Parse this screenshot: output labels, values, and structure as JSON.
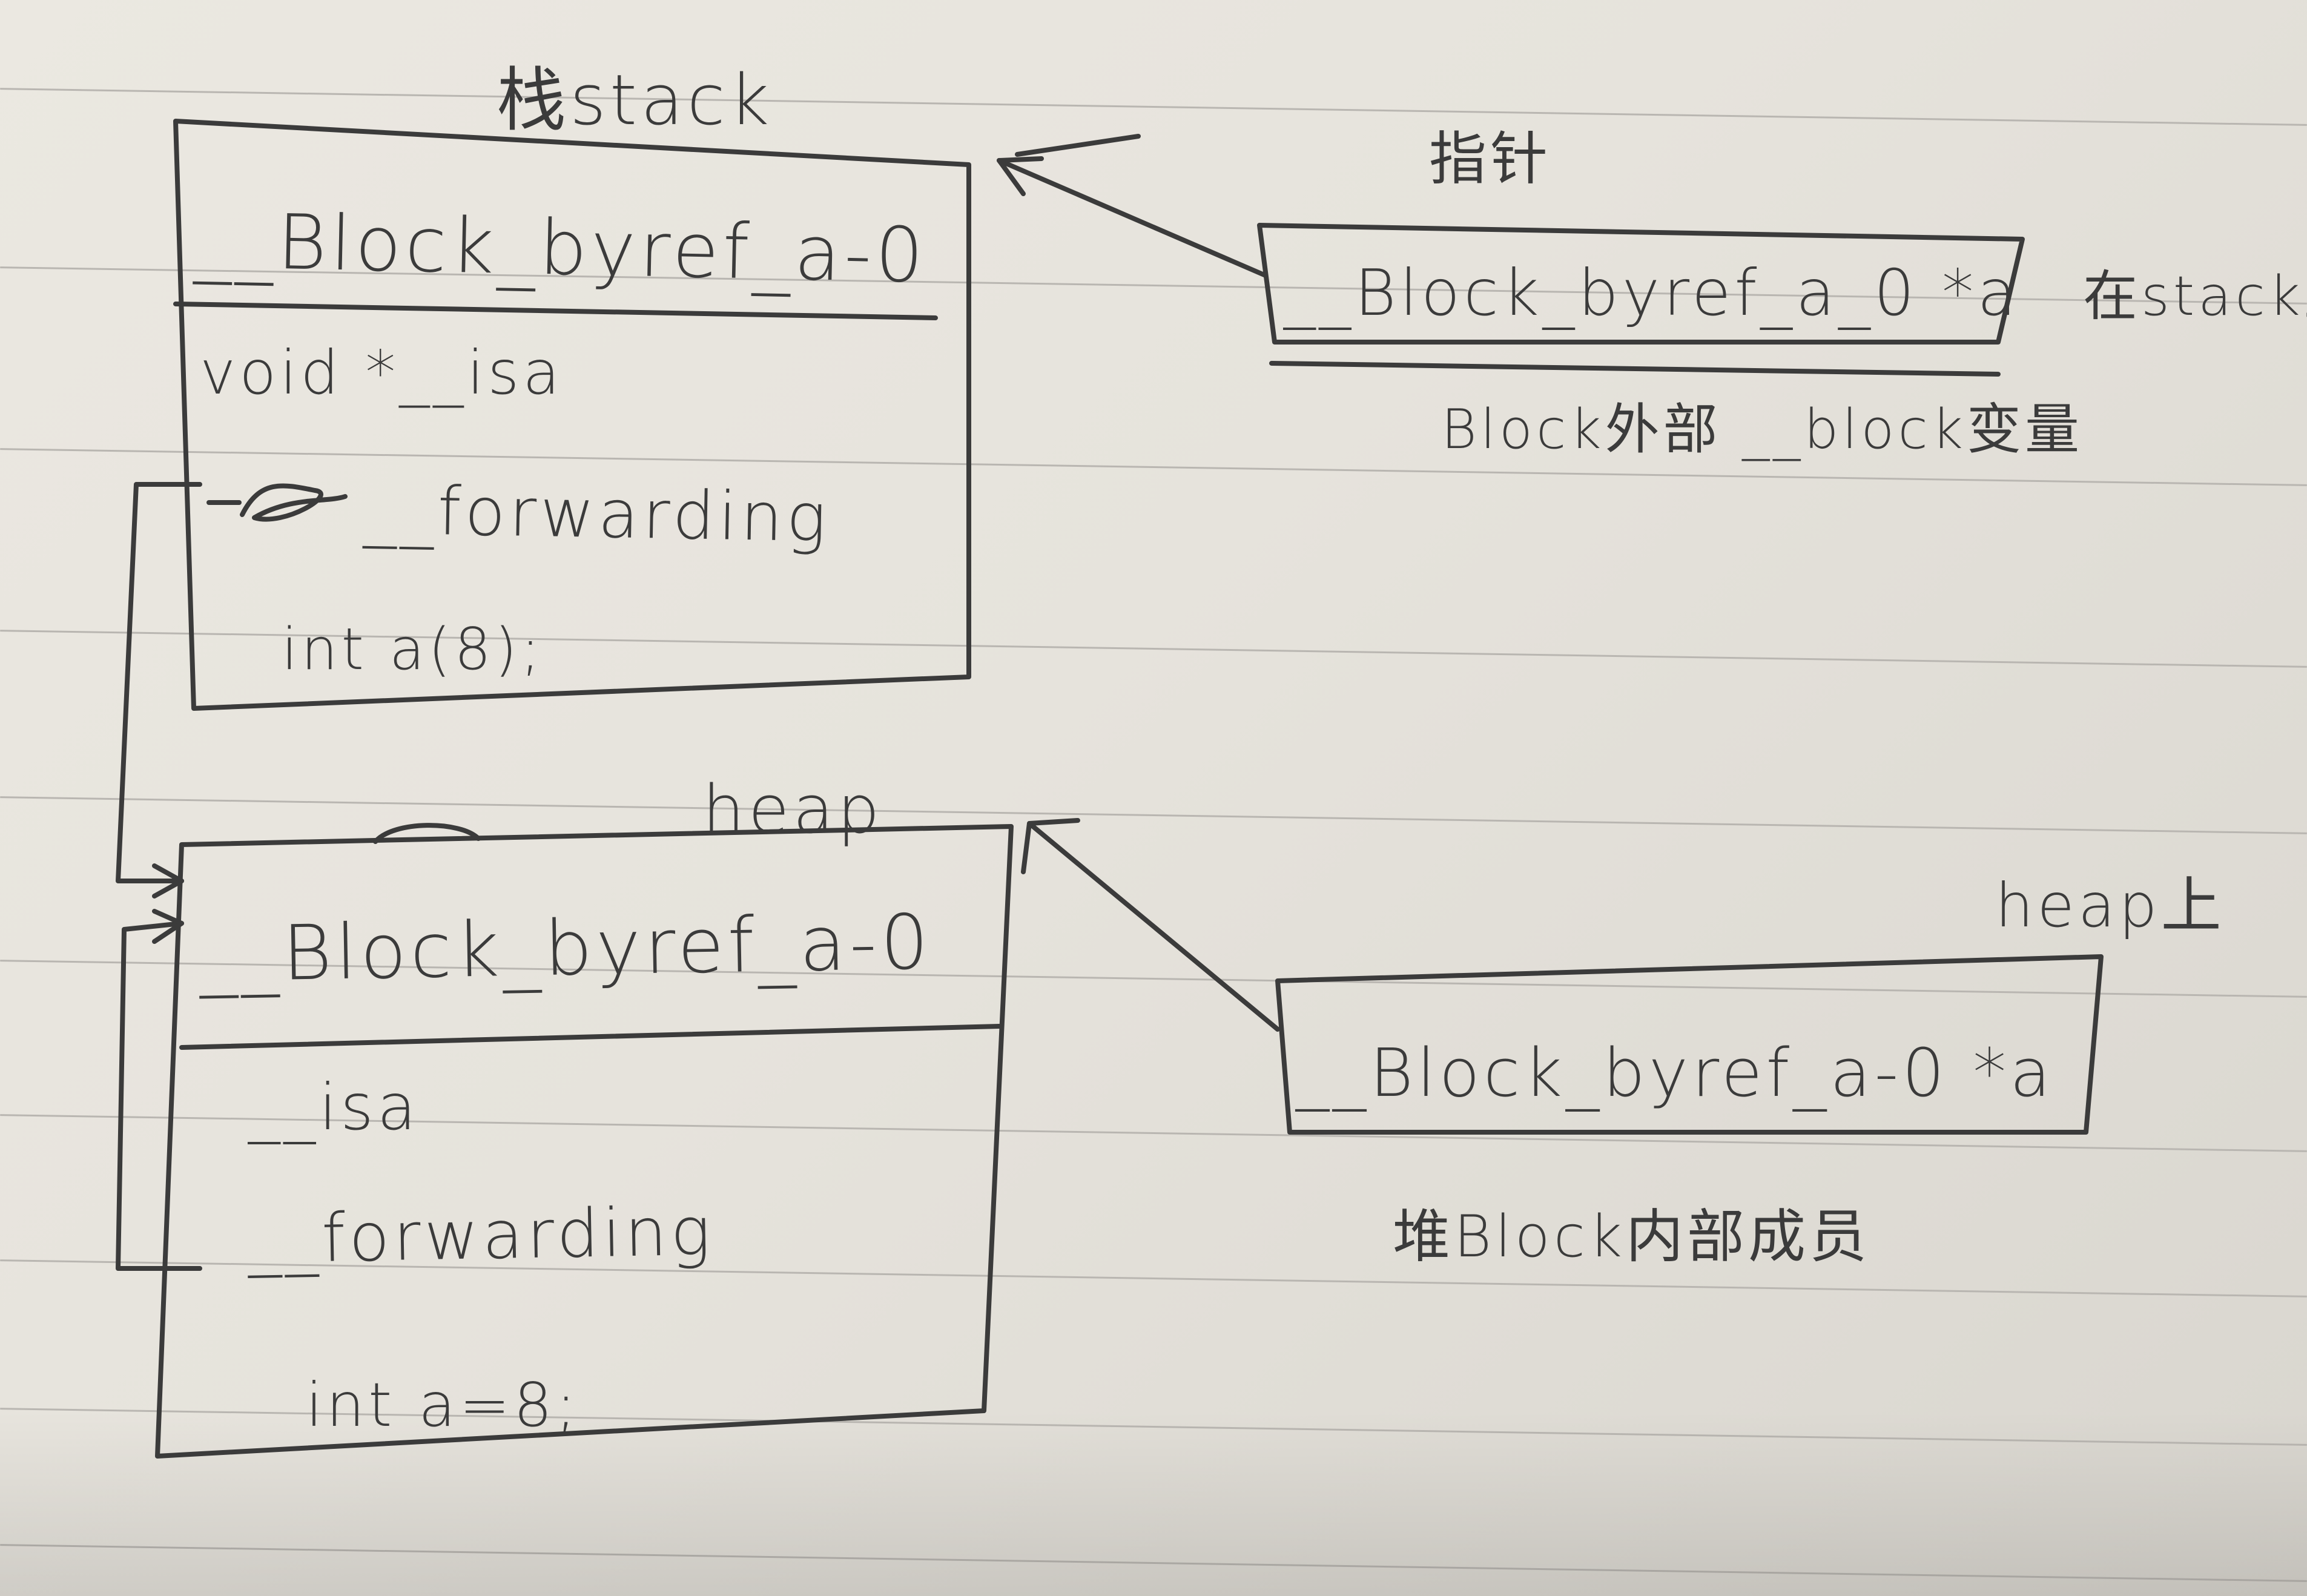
{
  "stack_label": "栈stack",
  "stack_struct": {
    "title": "__Block_byref_a-0",
    "fields": [
      "void *__isa",
      "__forwarding",
      "int a(8);"
    ]
  },
  "pointer_label": "指针",
  "stack_pointer_box": {
    "text": "__Block_byref_a_0 *a",
    "side_label": "在stack上",
    "caption": "Block外部 __block变量"
  },
  "heap_label": "heap",
  "heap_struct": {
    "title": "__Block_byref_a-0",
    "fields": [
      "__isa",
      "__forwarding",
      "int a=8;"
    ]
  },
  "heap_pointer_box": {
    "text": "__Block_byref_a-0 *a",
    "side_label": "heap上",
    "caption": "堆Block内部成员"
  }
}
